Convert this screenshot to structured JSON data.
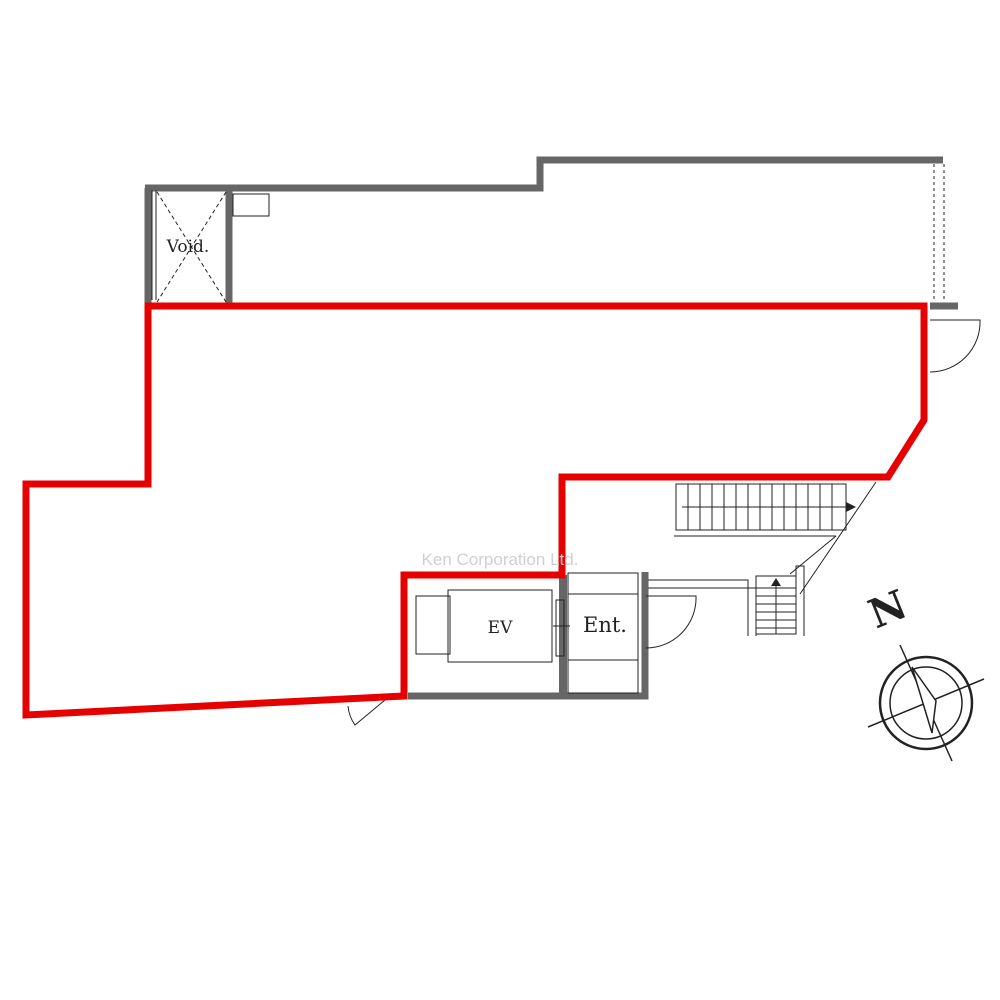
{
  "labels": {
    "void": "Void.",
    "elevator": "EV",
    "entrance": "Ent.",
    "north": "N"
  },
  "watermark": "Ken Corporation Ltd.",
  "colors": {
    "unit_outline": "#e60000",
    "walls": "#666666",
    "lines": "#222222",
    "watermark": "#cfcfcf"
  }
}
